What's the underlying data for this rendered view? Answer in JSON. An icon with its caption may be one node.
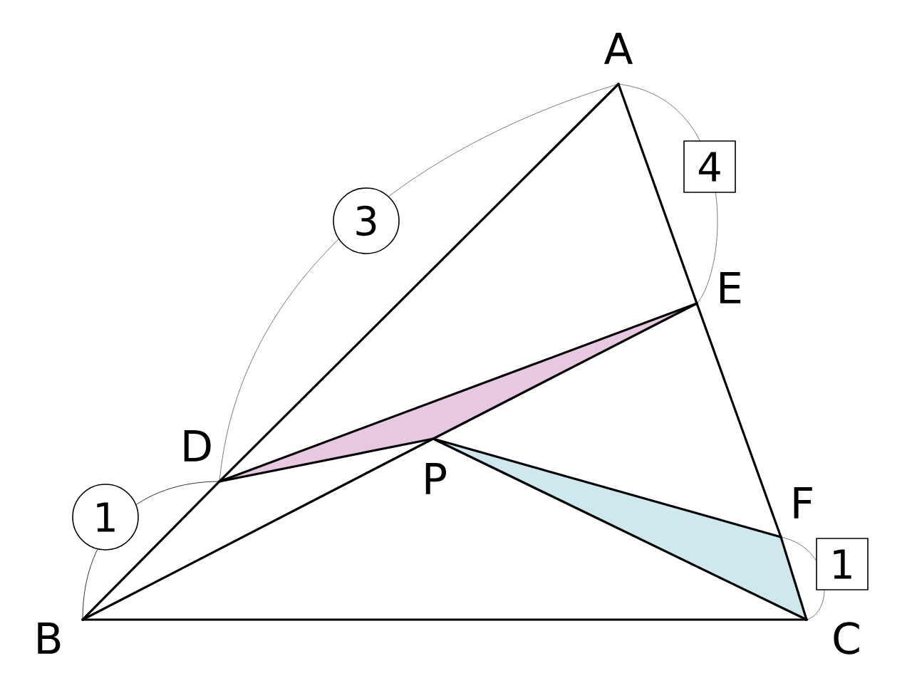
{
  "diagram": {
    "nodes": [
      {
        "text": [],
        "shape": "point",
        "beside": [
          "A"
        ]
      },
      {
        "text": [],
        "shape": "point",
        "beside": [
          "B"
        ]
      },
      {
        "text": [],
        "shape": "point",
        "beside": [
          "C"
        ]
      },
      {
        "text": [],
        "shape": "point",
        "beside": [
          "D"
        ]
      },
      {
        "text": [],
        "shape": "point",
        "beside": [
          "E"
        ]
      },
      {
        "text": [],
        "shape": "point",
        "beside": [
          "F"
        ]
      },
      {
        "text": [],
        "shape": "point",
        "beside": [
          "P"
        ]
      }
    ],
    "edges": [
      {
        "from": 0,
        "to": 3,
        "arrow": "none"
      },
      {
        "from": 3,
        "to": 1,
        "arrow": "none"
      },
      {
        "from": 0,
        "to": 4,
        "arrow": "none"
      },
      {
        "from": 4,
        "to": 5,
        "arrow": "none"
      },
      {
        "from": 5,
        "to": 2,
        "arrow": "none"
      },
      {
        "from": 1,
        "to": 2,
        "arrow": "none"
      },
      {
        "from": 1,
        "to": 6,
        "arrow": "none"
      },
      {
        "from": 6,
        "to": 4,
        "arrow": "none"
      },
      {
        "from": 3,
        "to": 4,
        "arrow": "none"
      },
      {
        "from": 3,
        "to": 6,
        "arrow": "none"
      },
      {
        "from": 6,
        "to": 5,
        "arrow": "none"
      },
      {
        "from": 6,
        "to": 2,
        "arrow": "none"
      }
    ],
    "labels": [
      "3",
      "4",
      "1",
      "1"
    ]
  }
}
